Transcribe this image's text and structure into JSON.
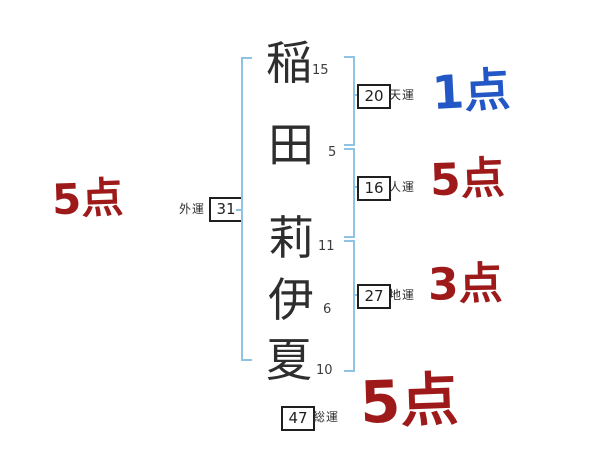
{
  "diagram": {
    "title": "name-fortune-stroke-diagram",
    "name_characters": [
      {
        "char": "稲",
        "strokes": "15"
      },
      {
        "char": "田",
        "strokes": "5"
      },
      {
        "char": "莉",
        "strokes": "11"
      },
      {
        "char": "伊",
        "strokes": "6"
      },
      {
        "char": "夏",
        "strokes": "10"
      }
    ],
    "outer_luck": {
      "label": "外運",
      "value": "31",
      "score": "5点"
    },
    "heaven_luck": {
      "label": "天運",
      "value": "20",
      "score": "1点"
    },
    "person_luck": {
      "label": "人運",
      "value": "16",
      "score": "5点"
    },
    "earth_luck": {
      "label": "地運",
      "value": "27",
      "score": "3点"
    },
    "total_luck": {
      "label": "総運",
      "value": "47",
      "score": "5点"
    },
    "colors": {
      "bracket_blue": "#8fc3e4",
      "score_red": "#9e1a1a",
      "score_blue": "#2257c5",
      "ink": "#2e2e2e"
    }
  }
}
